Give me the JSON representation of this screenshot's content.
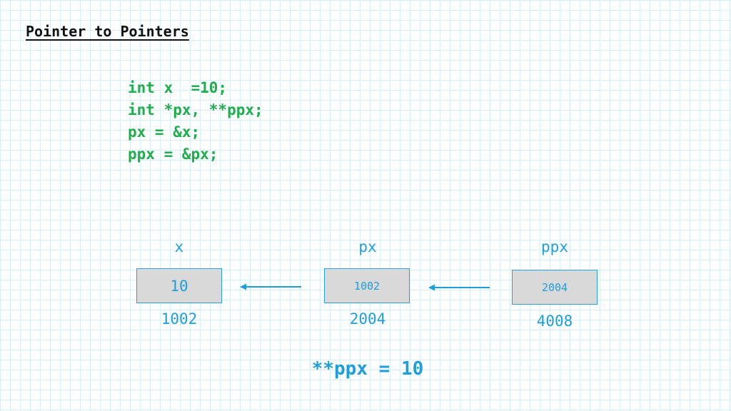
{
  "title": "Pointer to Pointers",
  "code": [
    "int x  =10;",
    "int *px, **ppx;",
    "px = &x;",
    "ppx = &px;"
  ],
  "nodes": [
    {
      "name": "x",
      "value": "10",
      "address": "1002"
    },
    {
      "name": "px",
      "value": "1002",
      "address": "2004"
    },
    {
      "name": "ppx",
      "value": "2004",
      "address": "4008"
    }
  ],
  "result": "**ppx = 10",
  "colors": {
    "code": "#1fae4b",
    "diagram": "#1e9fdc",
    "cell_fill": "#d9d9d9",
    "grid": "#d6eef7"
  }
}
